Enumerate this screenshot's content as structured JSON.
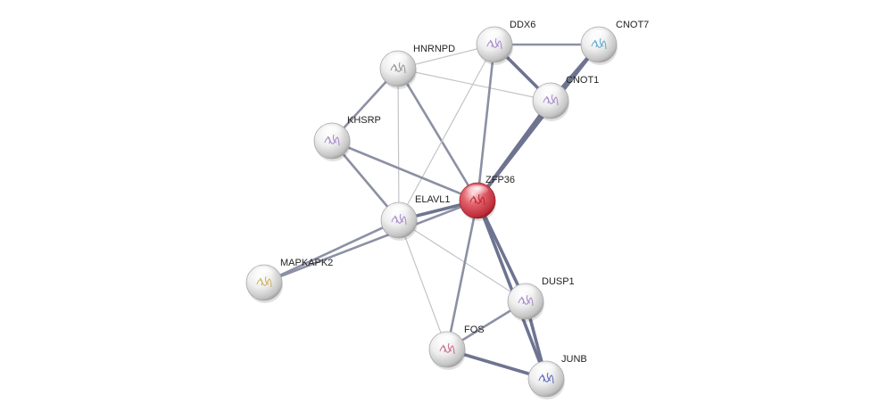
{
  "network": {
    "query_color": "#d9434f",
    "node_color": "#dcdcdc",
    "nodes": [
      {
        "id": "ZFP36",
        "label": "ZFP36",
        "query": true,
        "structure_color": "#b8212c"
      },
      {
        "id": "DDX6",
        "label": "DDX6",
        "structure_color": "#9b7bc4"
      },
      {
        "id": "CNOT7",
        "label": "CNOT7",
        "structure_color": "#4aa0c8"
      },
      {
        "id": "HNRNPD",
        "label": "HNRNPD",
        "structure_color": "#8a8a8a"
      },
      {
        "id": "CNOT1",
        "label": "CNOT1",
        "structure_color": "#9b7bc4"
      },
      {
        "id": "KHSRP",
        "label": "KHSRP",
        "structure_color": "#9b7bc4"
      },
      {
        "id": "ELAVL1",
        "label": "ELAVL1",
        "structure_color": "#9b7bc4"
      },
      {
        "id": "MAPKAPK2",
        "label": "MAPKAPK2",
        "structure_color": "#c9a94a"
      },
      {
        "id": "DUSP1",
        "label": "DUSP1",
        "structure_color": "#9b7bc4"
      },
      {
        "id": "FOS",
        "label": "FOS",
        "structure_color": "#c25b7a"
      },
      {
        "id": "JUNB",
        "label": "JUNB",
        "structure_color": "#4b57b8"
      }
    ],
    "edges": [
      {
        "source": "HNRNPD",
        "target": "DDX6",
        "strength": "weak"
      },
      {
        "source": "DDX6",
        "target": "CNOT7",
        "strength": "medium"
      },
      {
        "source": "DDX6",
        "target": "CNOT1",
        "strength": "strong"
      },
      {
        "source": "CNOT7",
        "target": "CNOT1",
        "strength": "strong"
      },
      {
        "source": "HNRNPD",
        "target": "CNOT1",
        "strength": "weak"
      },
      {
        "source": "HNRNPD",
        "target": "KHSRP",
        "strength": "medium"
      },
      {
        "source": "HNRNPD",
        "target": "ELAVL1",
        "strength": "weak"
      },
      {
        "source": "HNRNPD",
        "target": "ZFP36",
        "strength": "medium"
      },
      {
        "source": "DDX6",
        "target": "ELAVL1",
        "strength": "weak"
      },
      {
        "source": "DDX6",
        "target": "ZFP36",
        "strength": "medium"
      },
      {
        "source": "CNOT1",
        "target": "ZFP36",
        "strength": "strong"
      },
      {
        "source": "CNOT7",
        "target": "ZFP36",
        "strength": "strong"
      },
      {
        "source": "KHSRP",
        "target": "ELAVL1",
        "strength": "medium"
      },
      {
        "source": "KHSRP",
        "target": "ZFP36",
        "strength": "medium"
      },
      {
        "source": "ELAVL1",
        "target": "ZFP36",
        "strength": "strong"
      },
      {
        "source": "ELAVL1",
        "target": "MAPKAPK2",
        "strength": "medium"
      },
      {
        "source": "MAPKAPK2",
        "target": "ZFP36",
        "strength": "medium"
      },
      {
        "source": "ELAVL1",
        "target": "DUSP1",
        "strength": "weak"
      },
      {
        "source": "ELAVL1",
        "target": "FOS",
        "strength": "weak"
      },
      {
        "source": "ZFP36",
        "target": "DUSP1",
        "strength": "strong"
      },
      {
        "source": "ZFP36",
        "target": "FOS",
        "strength": "medium"
      },
      {
        "source": "ZFP36",
        "target": "JUNB",
        "strength": "strong"
      },
      {
        "source": "DUSP1",
        "target": "FOS",
        "strength": "medium"
      },
      {
        "source": "DUSP1",
        "target": "JUNB",
        "strength": "strong"
      },
      {
        "source": "FOS",
        "target": "JUNB",
        "strength": "strong"
      }
    ]
  }
}
